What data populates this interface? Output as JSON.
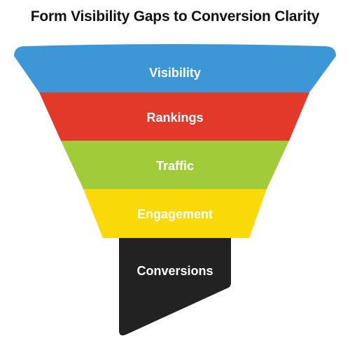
{
  "title": "Form Visibility Gaps to Conversion Clarity",
  "stages": [
    {
      "label": "Visibility",
      "color": "#3d97d6"
    },
    {
      "label": "Rankings",
      "color": "#e2392a"
    },
    {
      "label": "Traffic",
      "color": "#a2cb3a"
    },
    {
      "label": "Engagement",
      "color": "#fad909"
    },
    {
      "label": "Conversions",
      "color": "#222222"
    }
  ]
}
